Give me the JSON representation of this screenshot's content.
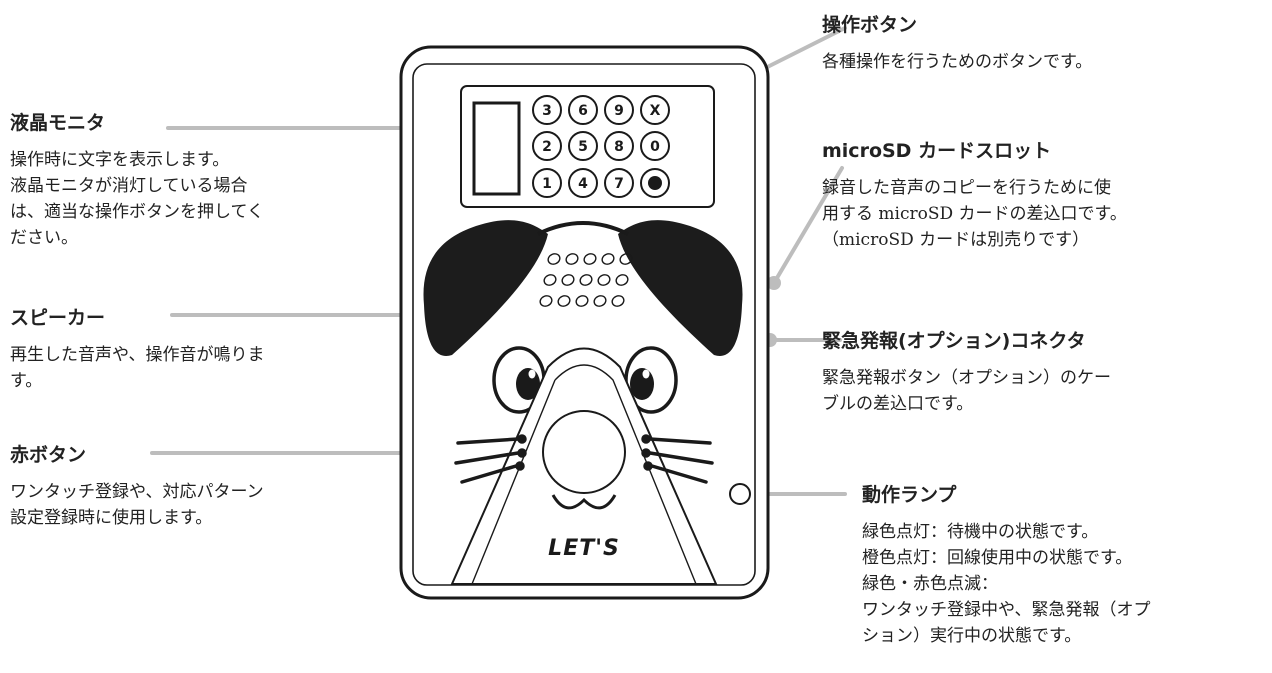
{
  "device": {
    "brand": "LET'S",
    "keypad": [
      "3",
      "6",
      "9",
      "X",
      "2",
      "5",
      "8",
      "0",
      "1",
      "4",
      "7",
      "●"
    ]
  },
  "callouts": {
    "lcd": {
      "title": "液晶モニタ",
      "lines": [
        "操作時に文字を表示します。",
        "液晶モニタが消灯している場合",
        "は、適当な操作ボタンを押してく",
        "ださい。"
      ]
    },
    "speaker": {
      "title": "スピーカー",
      "lines": [
        "再生した音声や、操作音が鳴りま",
        "す。"
      ]
    },
    "red_button": {
      "title": "赤ボタン",
      "lines": [
        "ワンタッチ登録や、対応パターン",
        "設定登録時に使用します。"
      ]
    },
    "op_buttons": {
      "title": "操作ボタン",
      "lines": [
        "各種操作を行うためのボタンです。"
      ]
    },
    "microsd": {
      "title": "microSD カードスロット",
      "lines": [
        "録音した音声のコピーを行うために使",
        "用する microSD カードの差込口です。",
        "（microSD カードは別売りです）"
      ]
    },
    "emergency": {
      "title": "緊急発報(オプション)コネクタ",
      "lines": [
        "緊急発報ボタン（オプション）のケー",
        "ブルの差込口です。"
      ]
    },
    "lamp": {
      "title": "動作ランプ",
      "lines": [
        "緑色点灯：待機中の状態です。",
        "橙色点灯：回線使用中の状態です。",
        "緑色・赤色点滅：",
        "ワンタッチ登録中や、緊急発報（オプ",
        "ション）実行中の状態です。"
      ]
    }
  },
  "colors": {
    "line": "#bdbdbd",
    "ink": "#1a1a1a",
    "face": "#1c1c1c"
  }
}
